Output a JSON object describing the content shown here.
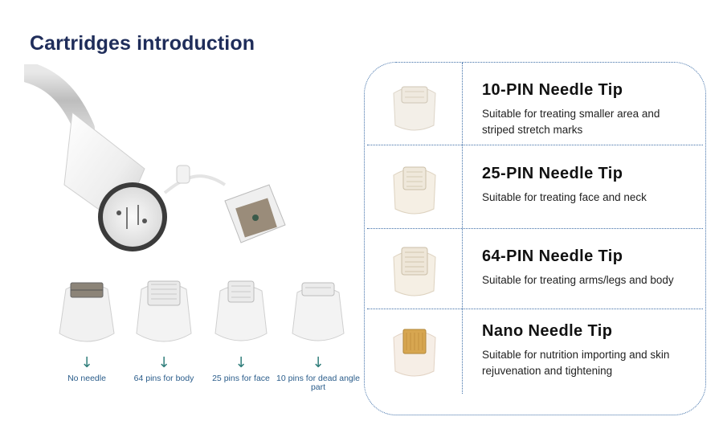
{
  "title": "Cartridges introduction",
  "cartridges_row": [
    {
      "caption": "No needle",
      "arrow": "↓"
    },
    {
      "caption": "64 pins for body",
      "arrow": "↓"
    },
    {
      "caption": "25 pins for face",
      "arrow": "↓"
    },
    {
      "caption": "10 pins for dead angle part",
      "arrow": "↓"
    }
  ],
  "needle_tips": [
    {
      "name": "10-PIN Needle Tip",
      "description": "Suitable for treating smaller area and striped stretch marks"
    },
    {
      "name": "25-PIN Needle Tip",
      "description": "Suitable for treating face and neck"
    },
    {
      "name": "64-PIN Needle Tip",
      "description": "Suitable for treating arms/legs and body"
    },
    {
      "name": "Nano Needle Tip",
      "description": "Suitable for nutrition importing and skin rejuvenation and tightening"
    }
  ],
  "colors": {
    "title": "#1f2d5a",
    "panel_border": "#3f6fa8",
    "arrow": "#2f7d7a",
    "caption": "#2b5d8b"
  }
}
